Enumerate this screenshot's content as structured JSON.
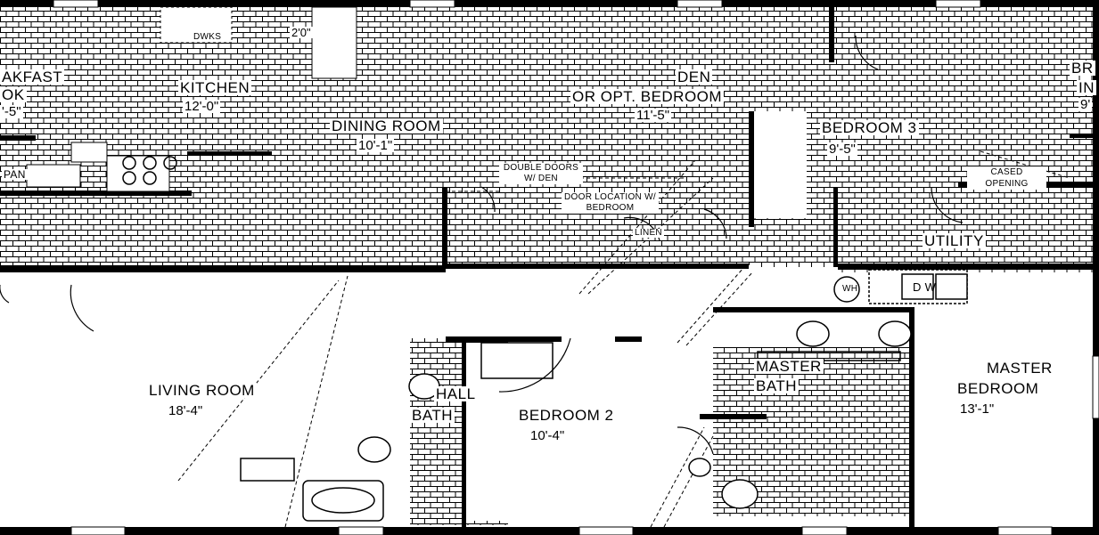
{
  "plan": {
    "rooms": {
      "breakfast_nook": {
        "name_line1": "AKFAST",
        "name_line2": "OK",
        "dim": "'-5\""
      },
      "kitchen": {
        "name": "KITCHEN",
        "dim": "12'-0\""
      },
      "dining_room": {
        "name": "DINING ROOM",
        "dim": "10'-1\""
      },
      "den": {
        "name_line1": "DEN",
        "name_line2": "OR OPT. BEDROOM",
        "dim": "11'-5\""
      },
      "bedroom3": {
        "name": "BEDROOM 3",
        "dim": "9'-5\""
      },
      "bedroom4_cut": {
        "name_line1": "BR",
        "name_line2": "IN",
        "dim": "9'"
      },
      "utility": {
        "name": "UTILITY"
      },
      "living_room": {
        "name": "LIVING ROOM",
        "dim": "18'-4\""
      },
      "hall_bath": {
        "name_line1": "HALL",
        "name_line2": "BATH"
      },
      "bedroom2": {
        "name": "BEDROOM 2",
        "dim": "10'-4\""
      },
      "master_bath": {
        "name_line1": "MASTER",
        "name_line2": "BATH"
      },
      "master_bedroom": {
        "name_line1": "MASTER",
        "name_line2": "BEDROOM",
        "dim": "13'-1\""
      }
    },
    "notes": {
      "dwks": "DWKS",
      "top_dim": "2'0\"",
      "pantry": "PAN",
      "double_doors": "DOUBLE DOORS W/ DEN",
      "door_location": "DOOR LOCATION W/ BEDROOM",
      "linen": "LINEN",
      "cased_opening": "CASED OPENING",
      "water_heater": "WH",
      "washer_dryer": "D    W"
    }
  }
}
